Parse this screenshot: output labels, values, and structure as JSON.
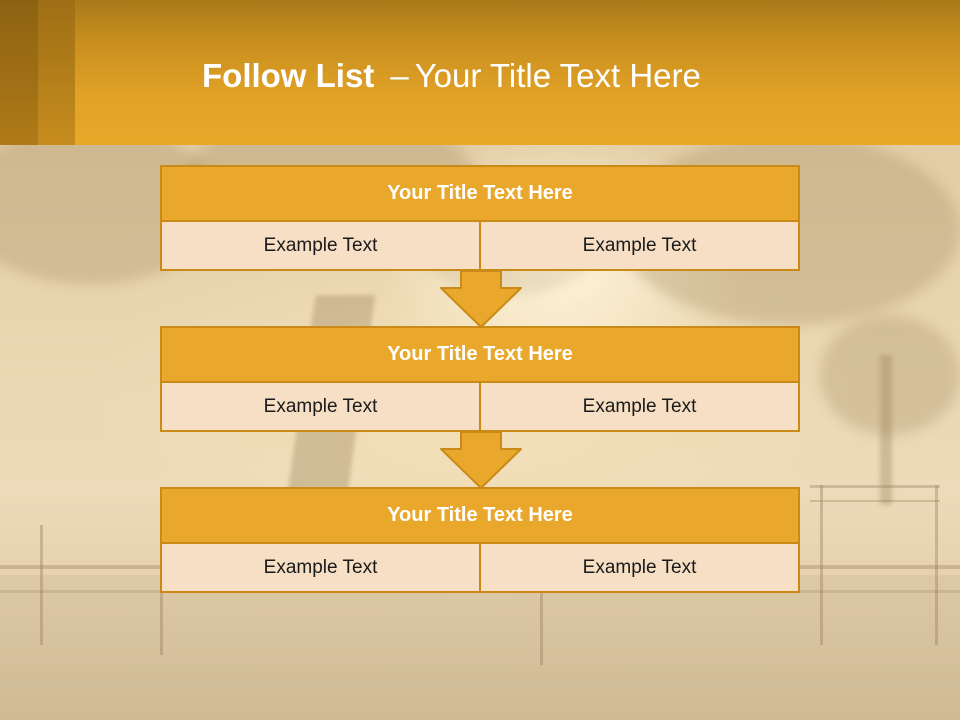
{
  "slide": {
    "title_bold": "Follow List",
    "title_separator": "–",
    "title_rest": "Your Title Text Here"
  },
  "blocks": [
    {
      "title": "Your Title Text Here",
      "cells": [
        "Example Text",
        "Example Text"
      ]
    },
    {
      "title": "Your Title Text Here",
      "cells": [
        "Example Text",
        "Example Text"
      ]
    },
    {
      "title": "Your Title Text Here",
      "cells": [
        "Example Text",
        "Example Text"
      ]
    }
  ],
  "colors": {
    "accent": "#e9a82c",
    "border": "#c98a18",
    "cell_fill": "#f6dfc4",
    "title_text": "#ffffff"
  },
  "icons": {
    "connector": "down-arrow-icon"
  }
}
